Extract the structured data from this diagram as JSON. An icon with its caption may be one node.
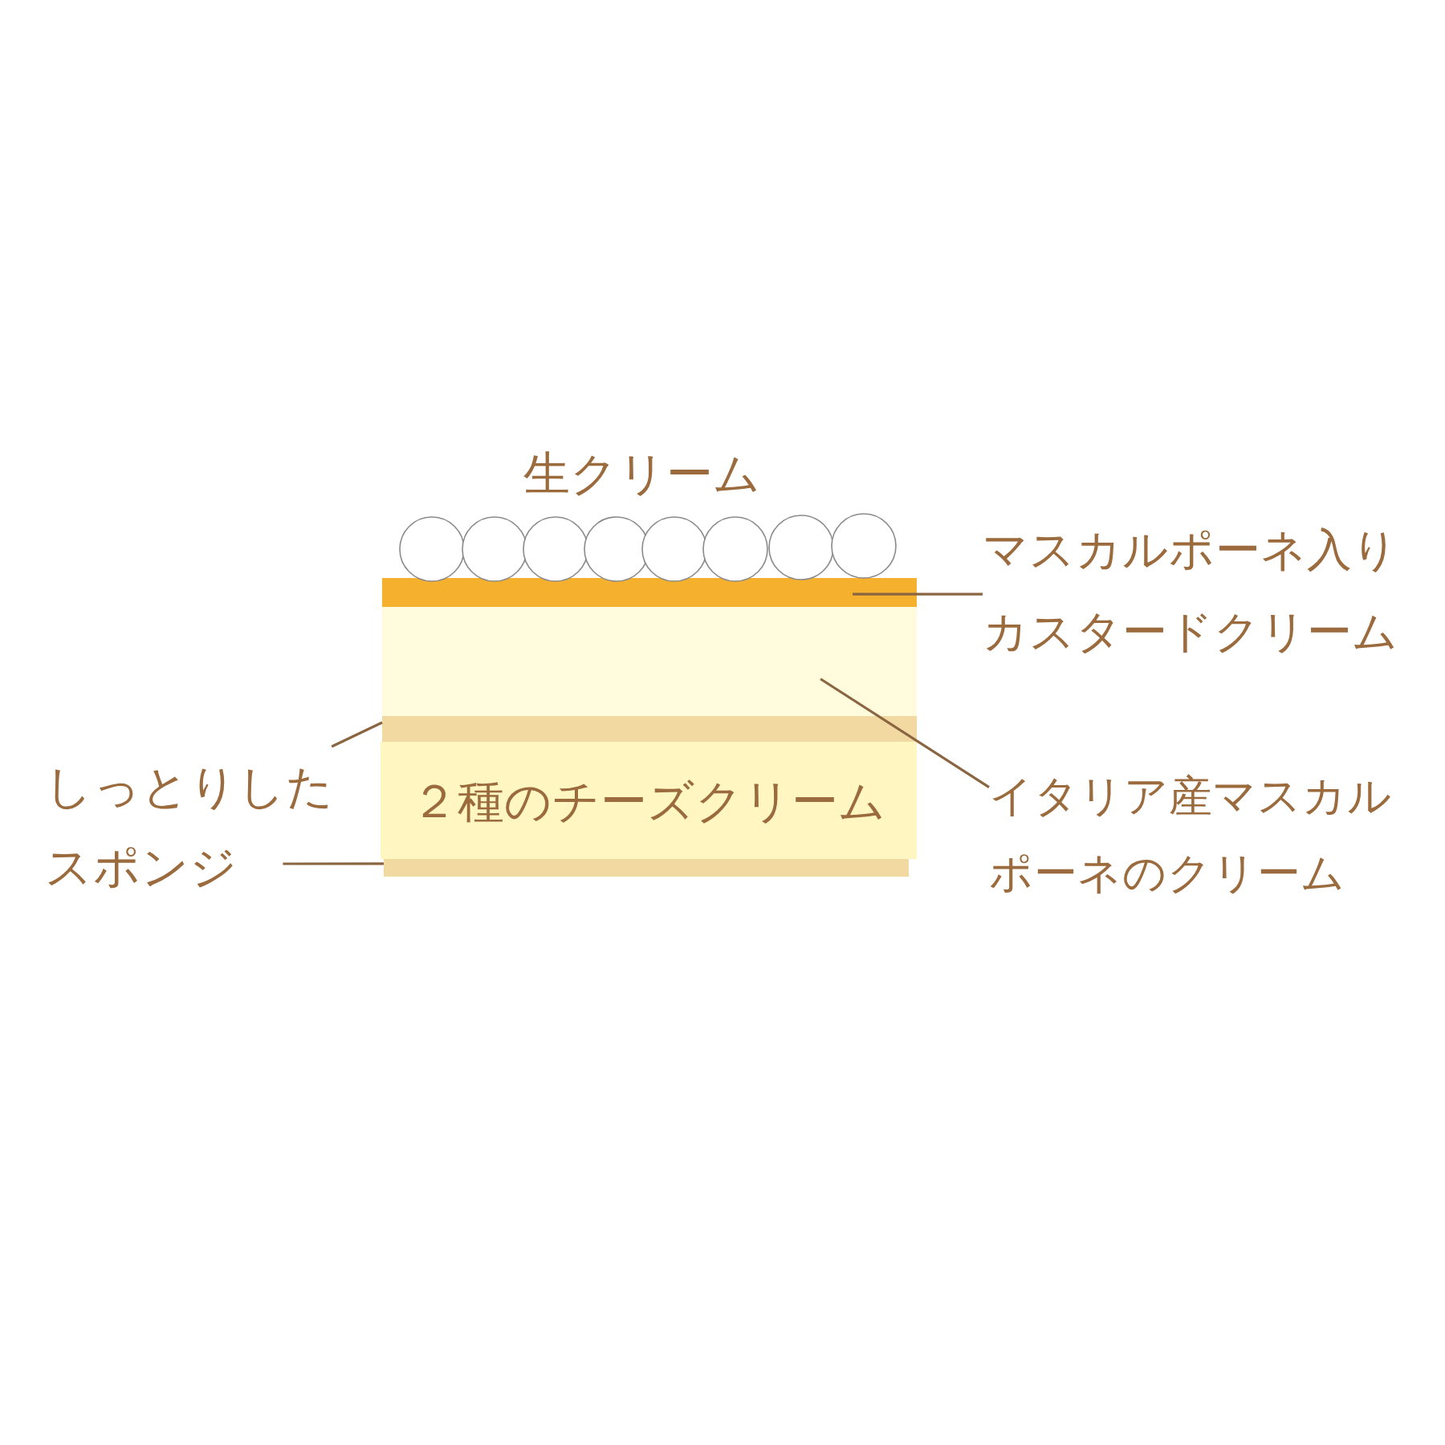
{
  "diagram": {
    "nodes": [
      {
        "text": [],
        "shape": "bar"
      },
      {
        "text": [],
        "shape": "bar"
      },
      {
        "text": [],
        "shape": "bar"
      },
      {
        "text": [
          "２種のチーズクリーム"
        ]
      },
      {
        "text": [],
        "shape": "bar"
      },
      {
        "text": [
          "マスカルポーネ入りカスタードクリーム"
        ]
      },
      {
        "text": [
          "イタリア産マスカルポーネのクリーム"
        ]
      },
      {
        "text": [
          "しっとりしたスポンジ"
        ]
      }
    ],
    "edges": [
      {
        "from": 5,
        "to": 0,
        "arrow": "none"
      },
      {
        "from": 6,
        "to": 1,
        "arrow": "none"
      },
      {
        "from": 7,
        "to": 2,
        "arrow": "none"
      },
      {
        "from": 7,
        "to": 4,
        "arrow": "none"
      }
    ],
    "labels": [
      "生クリーム"
    ]
  }
}
